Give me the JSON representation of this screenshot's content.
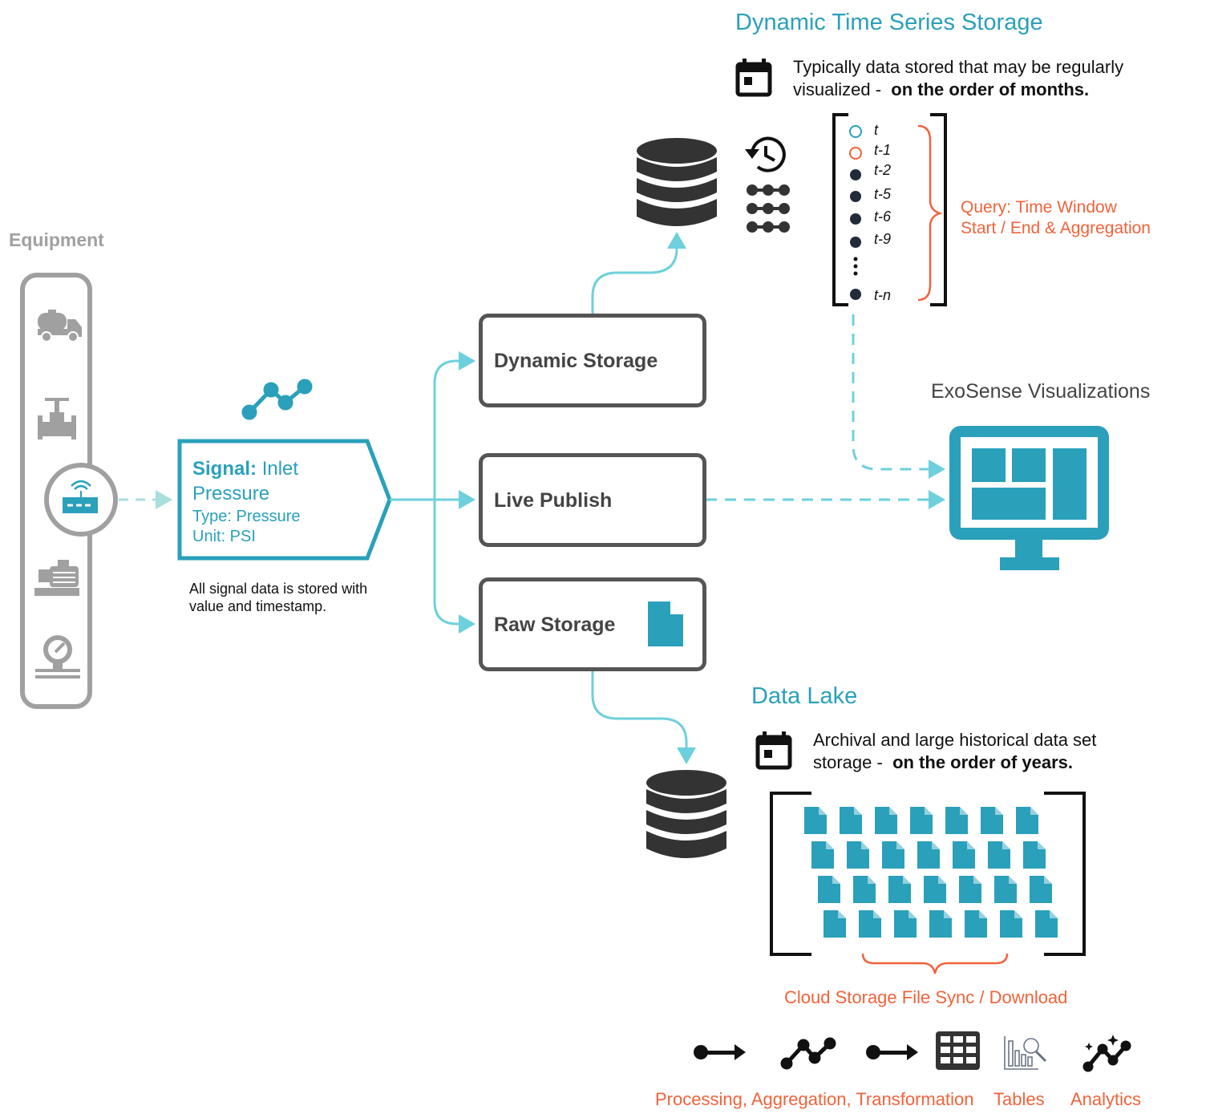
{
  "colors": {
    "teal": "#2aa0bb",
    "connector": "#6dd0dc",
    "orange": "#f0633a",
    "dark": "#333333",
    "gray": "#a0a0a0"
  },
  "equipment": {
    "title": "Equipment",
    "icons": [
      "truck-icon",
      "valve-icon",
      "gateway-icon",
      "pump-icon",
      "gauge-icon"
    ]
  },
  "signal": {
    "label_bold": "Signal:",
    "name_line1": "Inlet",
    "name_line2": "Pressure",
    "type": "Type: Pressure",
    "unit": "Unit: PSI",
    "note_line1": "All signal data is stored with",
    "note_line2": "value and timestamp."
  },
  "storage": {
    "dynamic": "Dynamic Storage",
    "live": "Live Publish",
    "raw": "Raw Storage"
  },
  "time_series": {
    "title": "Dynamic Time Series Storage",
    "desc_line1": "Typically data stored that may be regularly",
    "desc_line2_prefix": "visualized -",
    "desc_line2_bold": "on the order of months.",
    "points": [
      "t",
      "t-1",
      "t-2",
      "t-5",
      "t-6",
      "t-9",
      "t-n"
    ],
    "query_line1": "Query: Time Window",
    "query_line2": "Start / End & Aggregation"
  },
  "visualizations": {
    "title": "ExoSense Visualizations"
  },
  "data_lake": {
    "title": "Data Lake",
    "desc_line1": "Archival and large historical data set",
    "desc_line2_prefix": "storage  -",
    "desc_line2_bold": "on the order of years.",
    "sync_label": "Cloud Storage File Sync / Download"
  },
  "outputs": {
    "processing": "Processing, Aggregation, Transformation",
    "tables": "Tables",
    "analytics": "Analytics"
  }
}
